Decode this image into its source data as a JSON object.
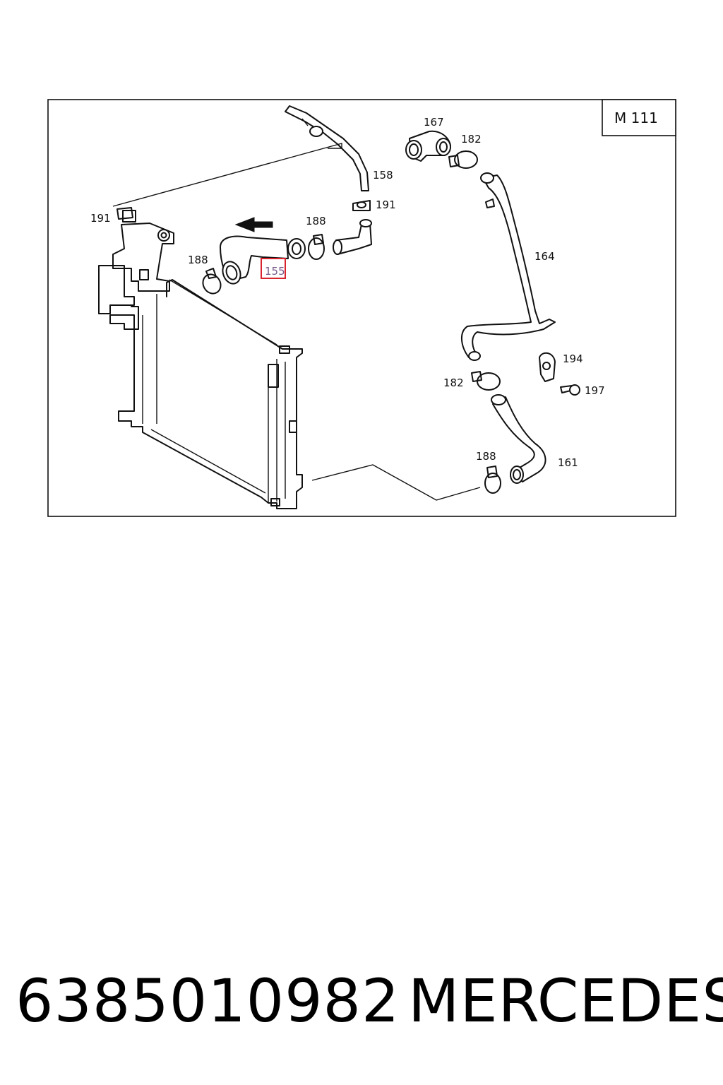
{
  "diagram": {
    "engine_code": "M 111",
    "highlighted_callout": "155",
    "callouts": {
      "c155": "155",
      "c158": "158",
      "c161": "161",
      "c164": "164",
      "c167": "167",
      "c182_top": "182",
      "c182_bottom": "182",
      "c188_left": "188",
      "c188_mid": "188",
      "c188_bottom": "188",
      "c191_left": "191",
      "c191_top": "191",
      "c194": "194",
      "c197": "197"
    },
    "highlight_color": "#d9232e",
    "line_color": "#111111"
  },
  "footer": {
    "part_number": "6385010982",
    "brand": "MERCEDES"
  }
}
